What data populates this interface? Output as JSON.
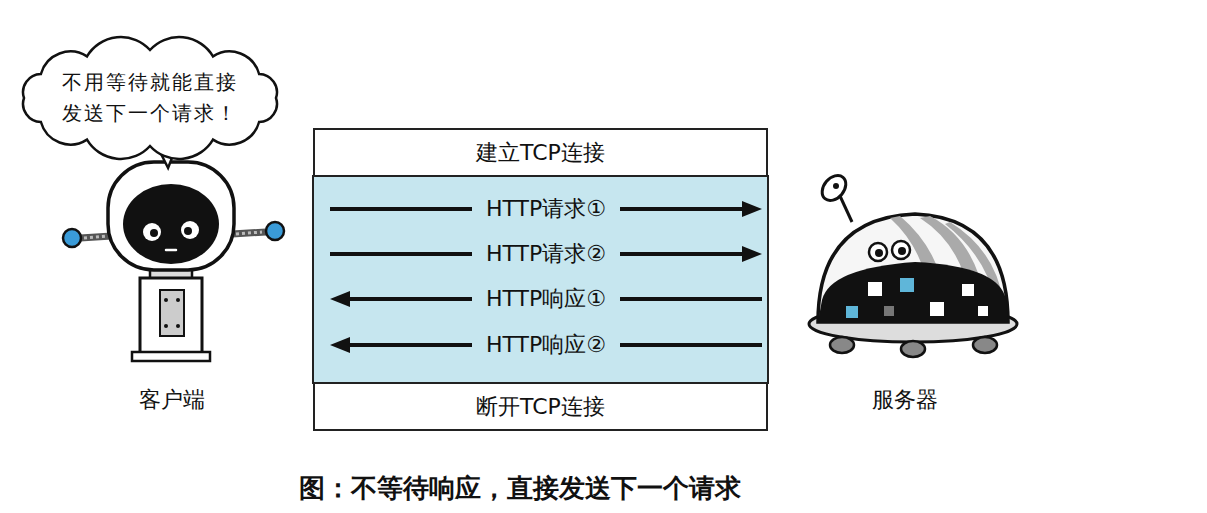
{
  "diagram": {
    "caption": "图：不等待响应，直接发送下一个请求",
    "nodes": [
      {
        "text": [
          "不用等待就能直接 发送下一个请求！"
        ]
      },
      {
        "text": [
          "客户端"
        ]
      },
      {
        "text": [
          "建立TCP连接"
        ]
      },
      {
        "text": [
          "断开TCP连接"
        ]
      },
      {
        "text": [
          "服务器"
        ]
      }
    ],
    "edges": [
      {
        "from": 1,
        "to": 4,
        "label": "HTTP请求①",
        "arrow": "to"
      },
      {
        "from": 1,
        "to": 4,
        "label": "HTTP请求②",
        "arrow": "to"
      },
      {
        "from": 4,
        "to": 1,
        "label": "HTTP响应①",
        "arrow": "to"
      },
      {
        "from": 4,
        "to": 1,
        "label": "HTTP响应②",
        "arrow": "to"
      }
    ]
  }
}
